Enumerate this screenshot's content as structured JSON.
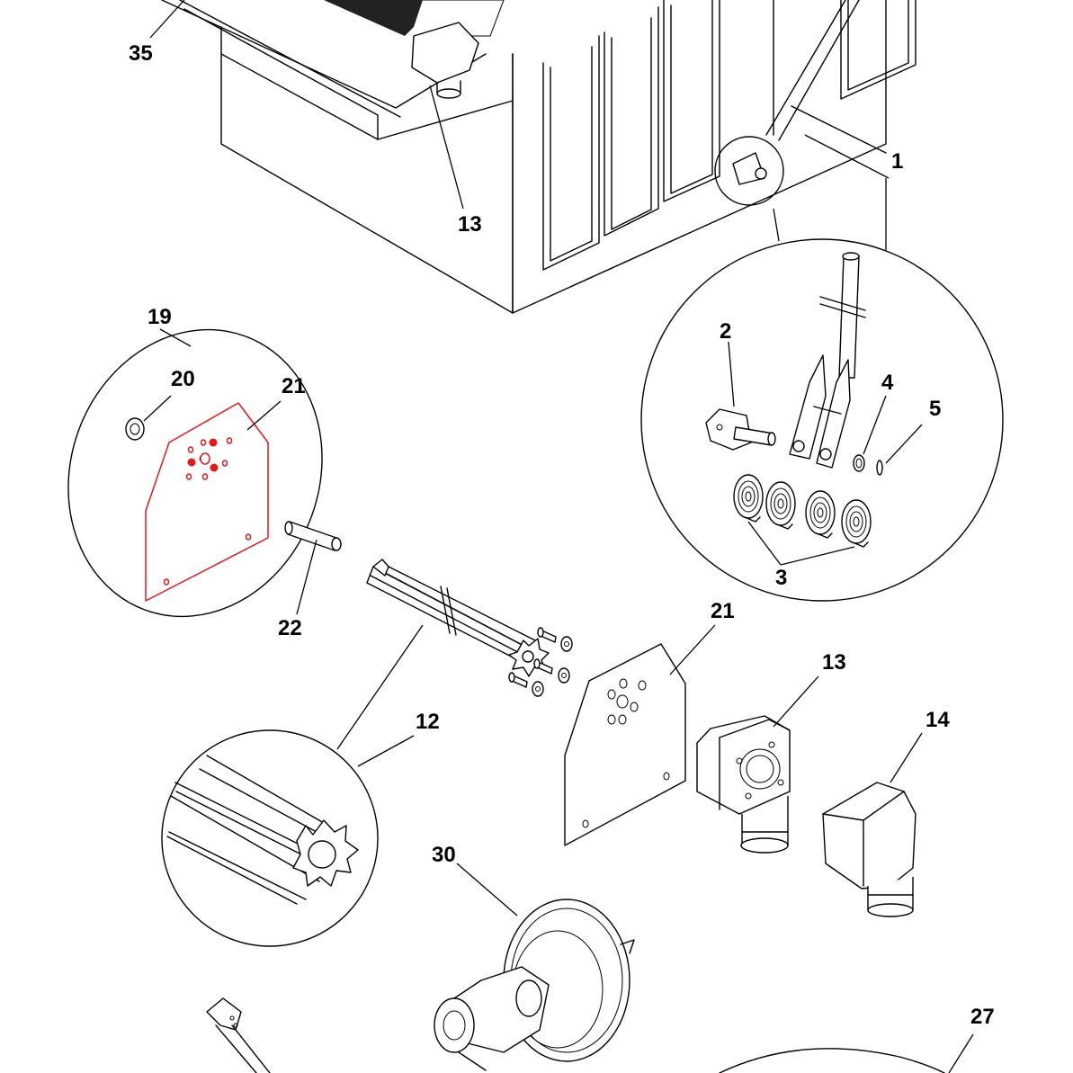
{
  "callouts": {
    "c35": "35",
    "c13_top": "13",
    "c1": "1",
    "c19": "19",
    "c20": "20",
    "c21_detail": "21",
    "c2": "2",
    "c4": "4",
    "c5": "5",
    "c3": "3",
    "c22": "22",
    "c21": "21",
    "c13": "13",
    "c14": "14",
    "c12": "12",
    "c30": "30",
    "c27": "27"
  },
  "colors": {
    "line": "#000000",
    "highlight": "#e11a1a",
    "background": "#ffffff"
  },
  "highlighted_part": "21"
}
